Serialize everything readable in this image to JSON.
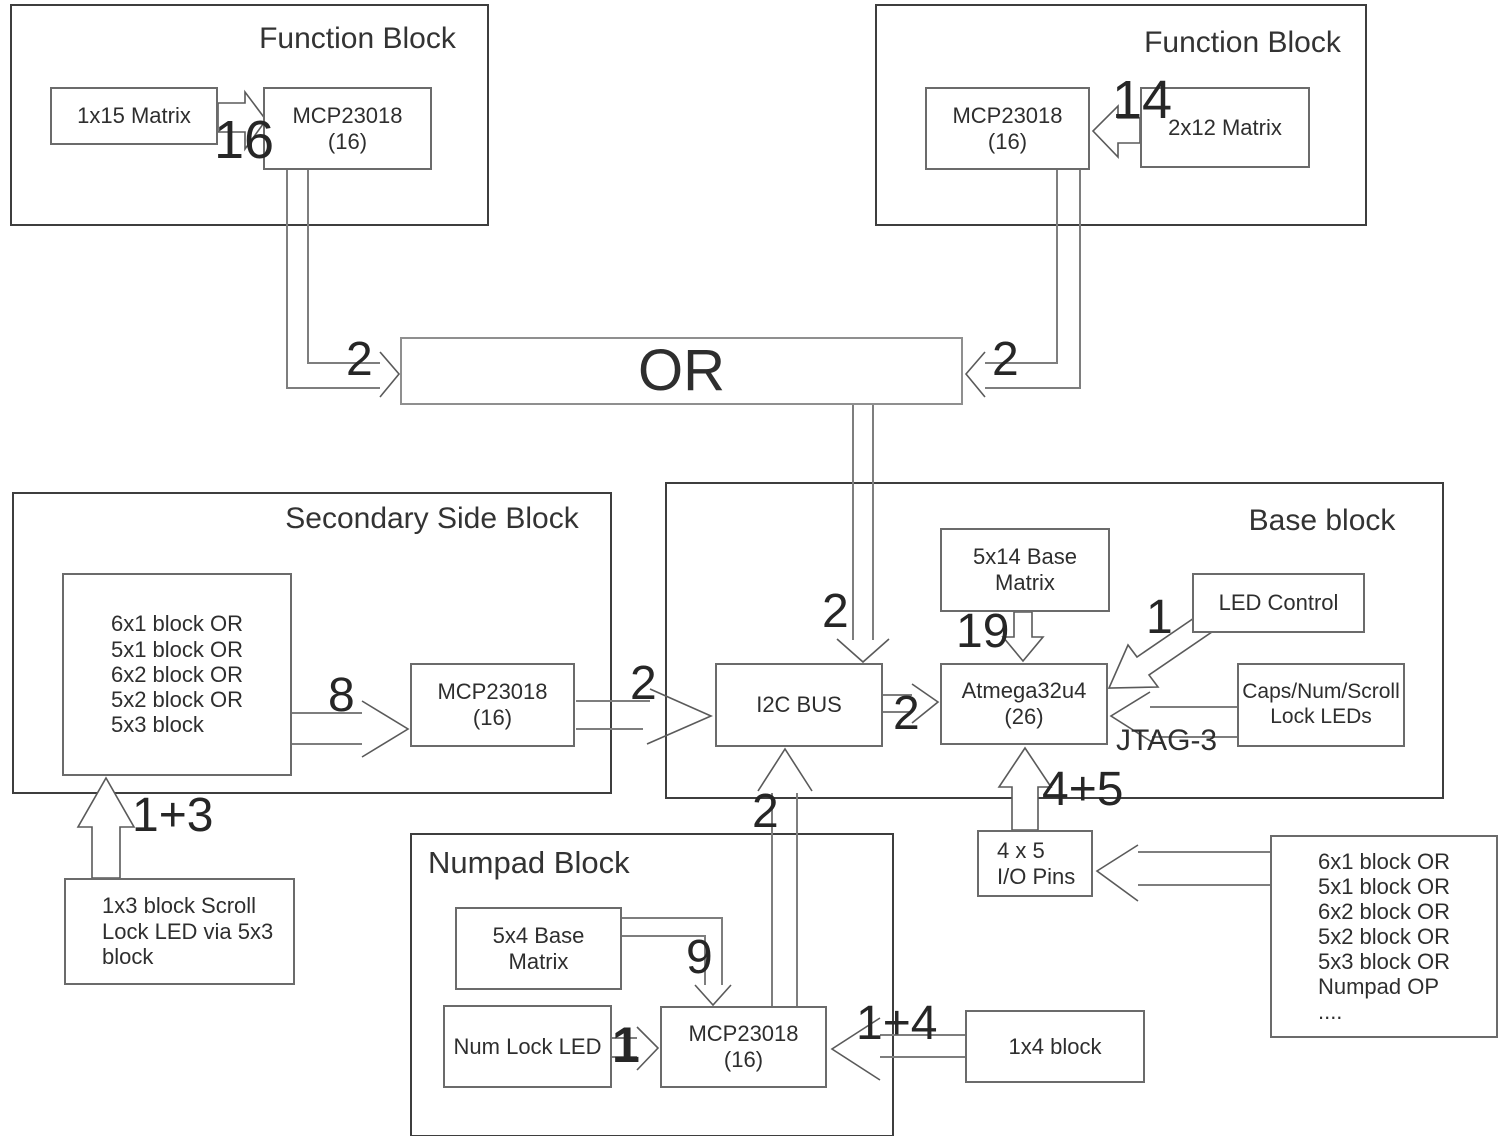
{
  "function_block_left": {
    "title": "Function Block",
    "matrix_label": "1x15 Matrix",
    "chip_label": "MCP23018\n(16)",
    "wire_count": "16",
    "bus_count": "2"
  },
  "function_block_right": {
    "title": "Function Block",
    "chip_label": "MCP23018\n(16)",
    "matrix_label": "2x12 Matrix",
    "wire_count": "14",
    "bus_count": "2"
  },
  "or_gate": {
    "label": "OR",
    "down_count": "2"
  },
  "secondary_side_block": {
    "title": "Secondary Side Block",
    "options_label": "6x1 block OR\n5x1 block OR\n6x2 block OR\n5x2 block OR\n5x3 block",
    "wire_count": "8",
    "chip_label": "MCP23018\n(16)",
    "to_i2c_count": "2"
  },
  "scroll_lock_block": {
    "label": "1x3 block Scroll\nLock LED via 5x3\nblock",
    "wire_count": "1+3"
  },
  "base_block": {
    "title": "Base block",
    "base_matrix_label": "5x14 Base\nMatrix",
    "base_matrix_count": "19",
    "led_control_label": "LED Control",
    "led_control_count": "1",
    "i2c_label": "I2C BUS",
    "i2c_to_mcu_count": "2",
    "mcu_label": "Atmega32u4\n(26)",
    "caps_label": "Caps/Num/Scroll\nLock LEDs",
    "jtag_label": "JTAG-3",
    "io_pins_label": "4 x 5\nI/O Pins",
    "io_pins_count": "4+5",
    "numpad_bus_count": "2"
  },
  "numpad_block": {
    "title": "Numpad Block",
    "matrix_label": "5x4 Base\nMatrix",
    "matrix_count": "9",
    "numlock_label": "Num Lock LED",
    "numlock_count": "1",
    "chip_label": "MCP23018\n(16)",
    "in_count": "1+4",
    "block_1x4_label": "1x4 block"
  },
  "io_options_block": {
    "label": "6x1 block OR\n5x1 block OR\n6x2 block OR\n5x2 block OR\n5x3 block OR\nNumpad OP\n...."
  }
}
